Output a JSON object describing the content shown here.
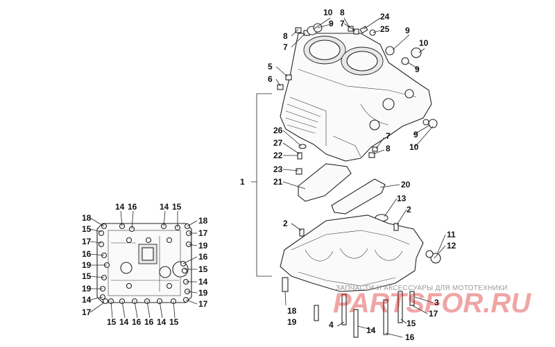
{
  "callouts_upper": [
    "10",
    "8",
    "9",
    "7",
    "24",
    "25",
    "8",
    "7",
    "9",
    "10",
    "9",
    "5",
    "6",
    "26",
    "27",
    "22",
    "23",
    "21",
    "7",
    "8",
    "9",
    "10",
    "20",
    "13",
    "2",
    "1"
  ],
  "callouts_lower": [
    "2",
    "11",
    "12",
    "18",
    "19",
    "4",
    "14",
    "16",
    "17",
    "3",
    "15"
  ],
  "callouts_inset": [
    "18",
    "15",
    "17",
    "16",
    "19",
    "15",
    "19",
    "14",
    "17",
    "14",
    "16",
    "14",
    "15",
    "18",
    "17",
    "19",
    "16",
    "15",
    "14",
    "19",
    "17",
    "15",
    "14",
    "16",
    "16",
    "14",
    "15"
  ],
  "watermark": {
    "tagline": "ЗАПЧАСТИ И АКСЕССУАРЫ ДЛЯ МОТОТЕХНИКИ",
    "logo": "PARTSFOR.RU"
  }
}
